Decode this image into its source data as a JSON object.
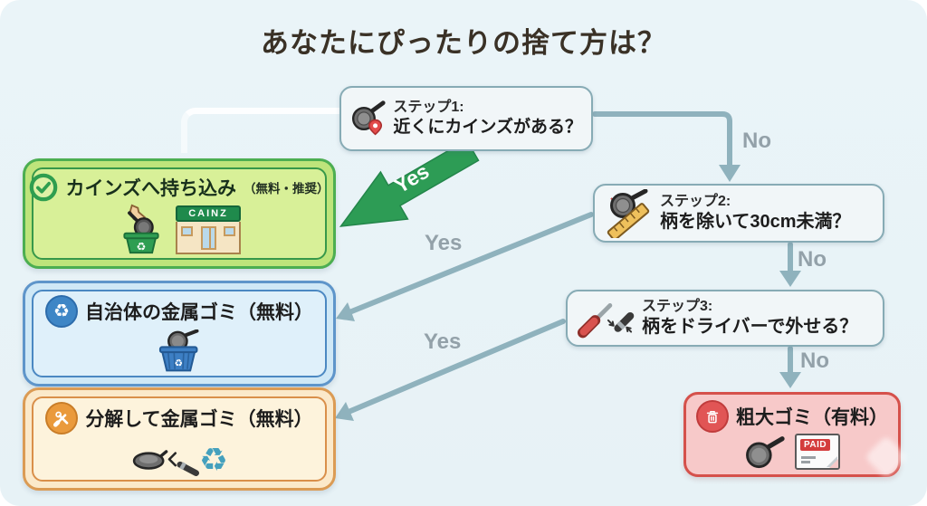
{
  "title": "あなたにぴったりの捨て方は？",
  "steps": [
    {
      "label": "ステップ1:",
      "question": "近くにカインズがある？"
    },
    {
      "label": "ステップ2:",
      "question": "柄を除いて30cm未満？"
    },
    {
      "label": "ステップ3:",
      "question": "柄をドライバーで外せる？"
    }
  ],
  "outcomes": {
    "cainz": {
      "title": "カインズへ持ち込み",
      "note": "（無料・推奨）",
      "sign": "CAINZ"
    },
    "municipal": {
      "title": "自治体の金属ゴミ（無料）"
    },
    "disassemble": {
      "title": "分解して金属ゴミ（無料）"
    },
    "oversized": {
      "title": "粗大ゴミ（有料）",
      "paid_label": "PAID"
    }
  },
  "edges": {
    "step1_yes": "Yes",
    "step1_no": "No",
    "step2_yes": "Yes",
    "step2_no": "No",
    "step3_yes": "Yes",
    "step3_no": "No"
  },
  "icons": {
    "recycle_glyph": "♻"
  },
  "colors": {
    "background": "#e9f3f7",
    "title_text": "#3a3126",
    "connector": "#8fb2bd",
    "edge_label": "#93a1a9",
    "yes_arrow_green": "#2d9c55",
    "cainz_green": "#1f8a4c",
    "success_border": "#4cae51",
    "municipal_border": "#4b88c2",
    "disassemble_border": "#d98f4a",
    "oversized_border": "#d5514b",
    "paid_red": "#d43c3c"
  }
}
